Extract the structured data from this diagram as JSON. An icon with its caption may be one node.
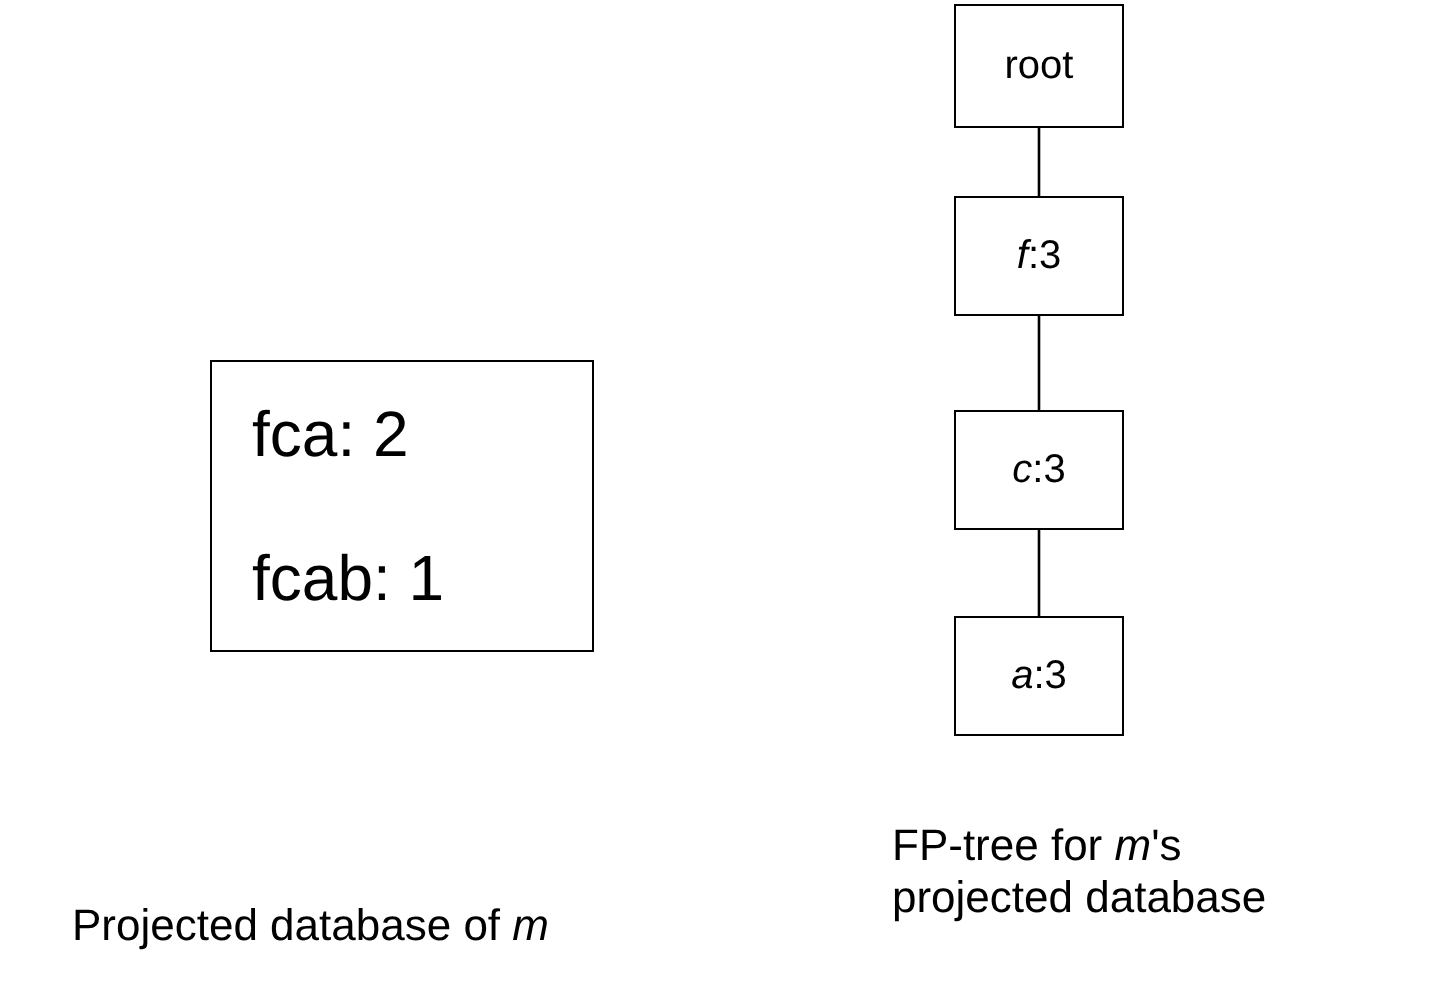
{
  "diagram": {
    "nodes": [
      {
        "text": [
          "fca: 2",
          "fcab: 1"
        ]
      },
      {
        "text": [
          "root"
        ]
      },
      {
        "text": [
          "*f*:3"
        ]
      },
      {
        "text": [
          "*c*:3"
        ]
      },
      {
        "text": [
          "*a*:3"
        ]
      }
    ],
    "edges": [
      {
        "from": 1,
        "to": 2,
        "arrow": "none"
      },
      {
        "from": 2,
        "to": 3,
        "arrow": "none"
      },
      {
        "from": 3,
        "to": 4,
        "arrow": "none"
      }
    ],
    "labels": [
      "Projected database of *m*",
      "FP-tree for *m*'s projected database"
    ]
  }
}
